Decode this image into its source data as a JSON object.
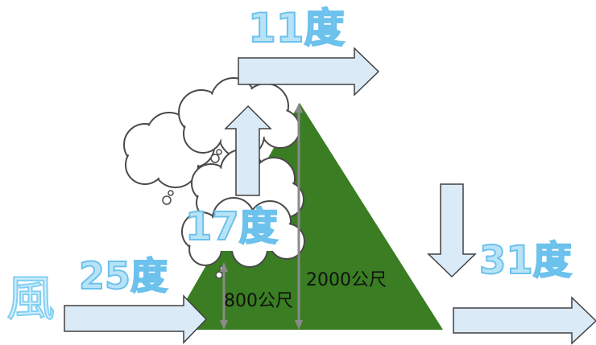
{
  "labels": {
    "wind": "風",
    "temp_base": "25度",
    "temp_top": "11度",
    "temp_cloud": "17度",
    "temp_leeward": "31度"
  },
  "altitudes": {
    "cloud_base": "800公尺",
    "summit": "2000公尺"
  },
  "colors": {
    "mountain": "#3a7d23",
    "arrow_fill": "#dbeaf7",
    "arrow_stroke": "#404040",
    "label_fill": "#b8e3f7",
    "altitude_line": "#8a8a8a"
  }
}
